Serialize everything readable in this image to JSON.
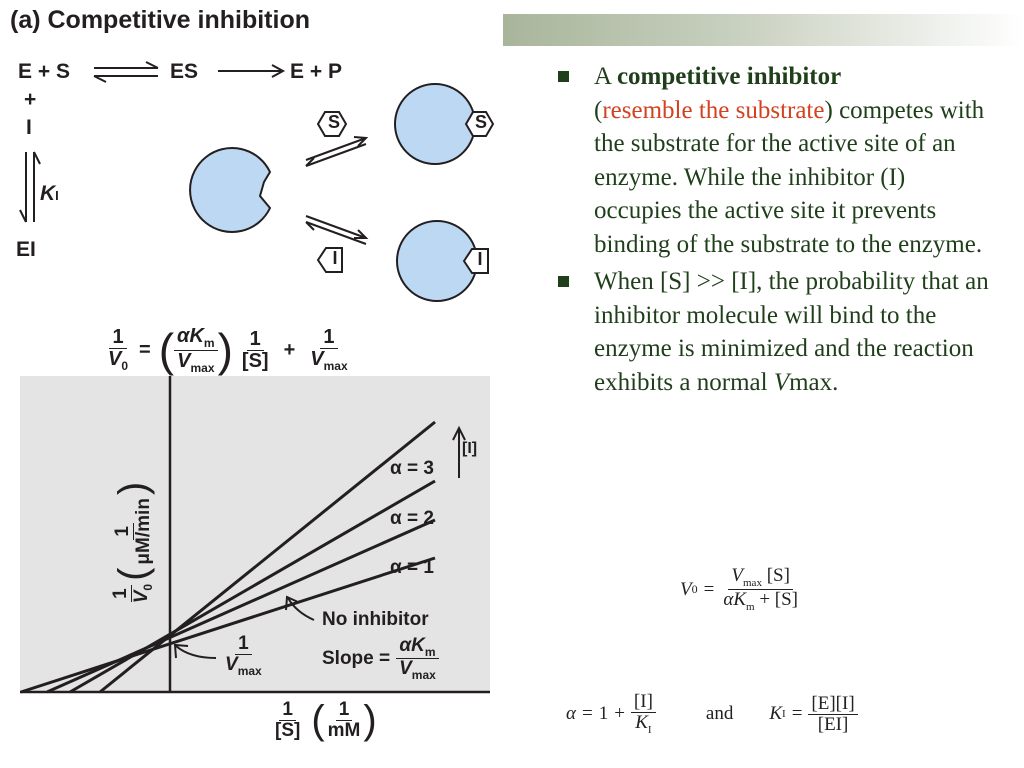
{
  "figure": {
    "title": "(a) Competitive inhibition",
    "reaction": {
      "e_plus_s": "E + S",
      "es": "ES",
      "e_plus_p": "E + P",
      "plus": "+",
      "inhibitor": "I",
      "ki": "K",
      "ki_sub": "I",
      "ei": "EI",
      "substrate_symbol": "S",
      "inhibitor_symbol": "I"
    },
    "lineweaver": {
      "lhs_num": "1",
      "lhs_den": "V",
      "lhs_den_sub": "0",
      "eq": "=",
      "alpha": "α",
      "km": "K",
      "km_sub": "m",
      "vmax": "V",
      "vmax_sub": "max",
      "one": "1",
      "s_bracket": "[S]",
      "plus": "+"
    },
    "plot": {
      "y_axis_one": "1",
      "y_axis_v0": "V",
      "y_axis_v0_sub": "0",
      "y_axis_unit_num": "1",
      "y_axis_unit_den": "μM/min",
      "x_axis_one": "1",
      "x_axis_s": "[S]",
      "x_axis_unit_num": "1",
      "x_axis_unit_den": "mM",
      "line_labels": [
        "α = 3",
        "α = 2",
        "α = 1",
        "No inhibitor"
      ],
      "arrow_label": "[I]",
      "intercept_num": "1",
      "intercept_den": "V",
      "intercept_den_sub": "max",
      "slope_label": "Slope =",
      "slope_num_alpha": "α",
      "slope_num_k": "K",
      "slope_num_sub": "m",
      "slope_den": "V",
      "slope_den_sub": "max"
    }
  },
  "bullets": {
    "b1": {
      "a": "A ",
      "keyword": "competitive inhibitor",
      "open_paren": "(",
      "red": "resemble the substrate",
      "close_paren": ")",
      "rest": " competes with the substrate for the active site of an enzyme. While the inhibitor (I) occupies the active site it prevents binding of the substrate to the enzyme."
    },
    "b2": {
      "text": "When [S] >> [I], the probability that an inhibitor molecule will bind to the enzyme is minimized and the reaction exhibits a normal ",
      "v": "V",
      "max": "max."
    }
  },
  "equations": {
    "mm": {
      "v0": "V",
      "v0_sub": "0",
      "eq": "=",
      "num_v": "V",
      "num_sub": "max",
      "num_s": "[S]",
      "den_alpha": "α",
      "den_k": "K",
      "den_sub": "m",
      "den_plus": "+",
      "den_s": "[S]"
    },
    "alpha": {
      "alpha": "α",
      "eq": "=",
      "one": "1",
      "plus": "+",
      "num": "[I]",
      "den_k": "K",
      "den_sub": "I",
      "and": "and",
      "ki": "K",
      "ki_sub": "I",
      "ki_eq": "=",
      "ki_num": "[E][I]",
      "ki_den": "[EI]"
    }
  },
  "colors": {
    "enzyme_fill": "#bcd8f3",
    "plot_bg": "#e4e4e4",
    "bullet_text": "#1f3f1a",
    "red_text": "#d3411f"
  }
}
